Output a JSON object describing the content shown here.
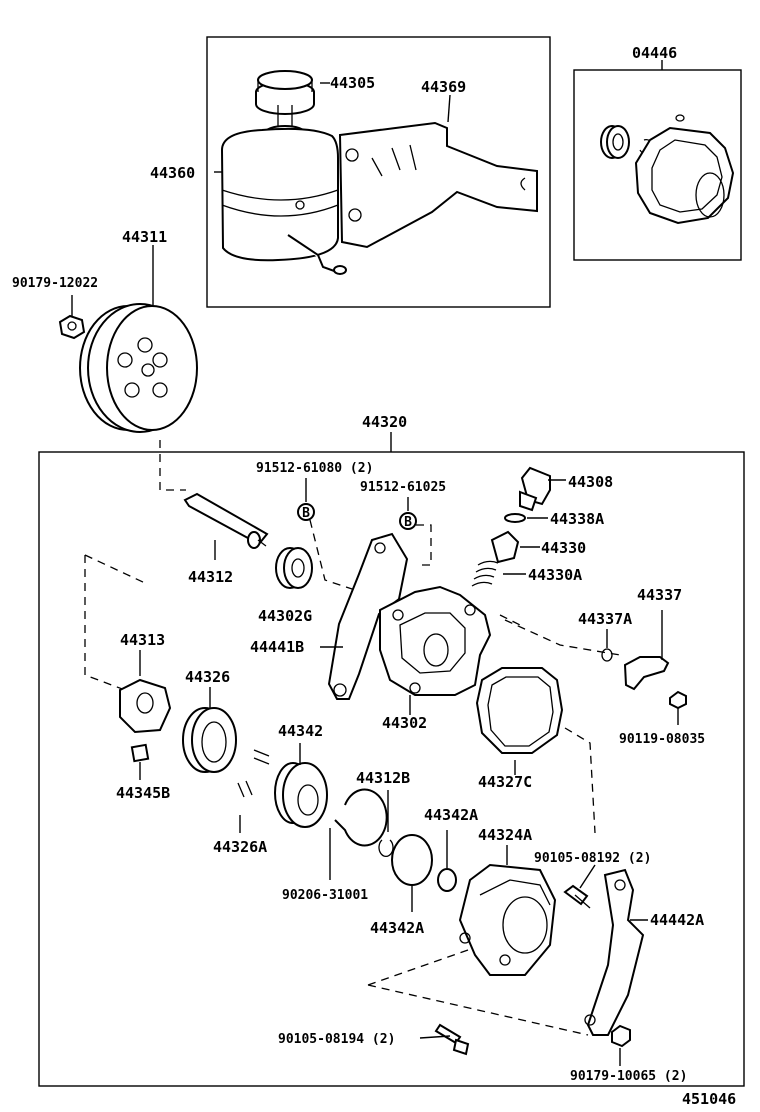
{
  "labels": {
    "p04446": "04446",
    "p44305": "44305",
    "p44369": "44369",
    "p44360": "44360",
    "p44311": "44311",
    "p90179_12022": "90179-12022",
    "p44320": "44320",
    "p91512_61080": "91512-61080 (2)",
    "p44308": "44308",
    "p91512_61025": "91512-61025",
    "p44338A": "44338A",
    "p44330": "44330",
    "p44330A": "44330A",
    "p44312": "44312",
    "p44302G": "44302G",
    "p44337": "44337",
    "p44337A": "44337A",
    "p44441B": "44441B",
    "p44313": "44313",
    "p44326": "44326",
    "p44302": "44302",
    "p90119_08035": "90119-08035",
    "p44342": "44342",
    "p44345B": "44345B",
    "p44327C": "44327C",
    "p44312B": "44312B",
    "p44342A_top": "44342A",
    "p44324A": "44324A",
    "p44326A": "44326A",
    "p90105_08192": "90105-08192 (2)",
    "p90206_31001": "90206-31001",
    "p44442A": "44442A",
    "p44342A_bottom": "44342A",
    "p90105_08194": "90105-08194 (2)",
    "p90179_10065": "90179-10065 (2)",
    "ref": "451046"
  },
  "callouts": {
    "bolt_b_1": "B",
    "bolt_b_2": "B"
  }
}
